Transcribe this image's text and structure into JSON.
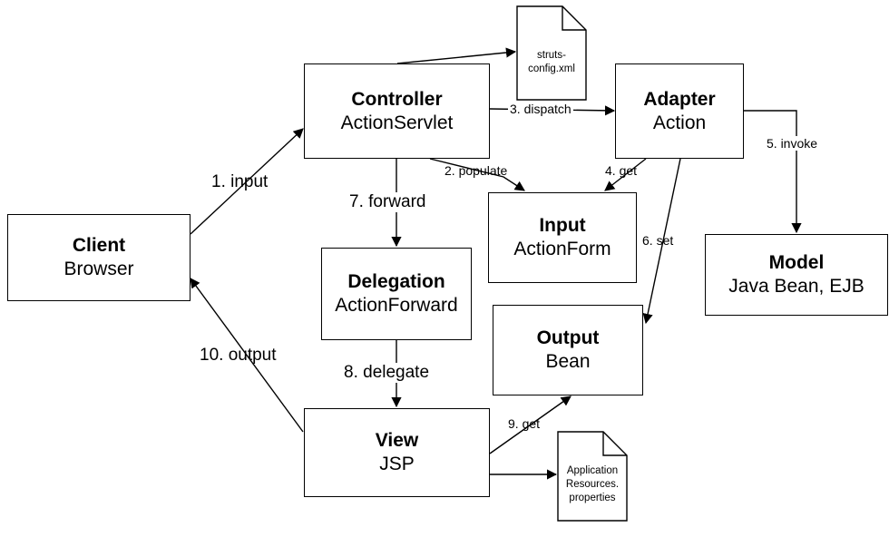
{
  "nodes": {
    "client": {
      "title": "Client",
      "subtitle": "Browser"
    },
    "controller": {
      "title": "Controller",
      "subtitle": "ActionServlet"
    },
    "adapter": {
      "title": "Adapter",
      "subtitle": "Action"
    },
    "input": {
      "title": "Input",
      "subtitle": "ActionForm"
    },
    "model": {
      "title": "Model",
      "subtitle": "Java Bean, EJB"
    },
    "delegation": {
      "title": "Delegation",
      "subtitle": "ActionForward"
    },
    "output": {
      "title": "Output",
      "subtitle": "Bean"
    },
    "view": {
      "title": "View",
      "subtitle": "JSP"
    }
  },
  "documents": {
    "struts_config": {
      "line1": "struts-",
      "line2": "config.xml"
    },
    "app_resources": {
      "line1": "Application",
      "line2": "Resources.",
      "line3": "properties"
    }
  },
  "edges": {
    "input": "1. input",
    "populate": "2. populate",
    "dispatch": "3. dispatch",
    "get4": "4. get",
    "invoke": "5. invoke",
    "set": "6. set",
    "forward": "7. forward",
    "delegate": "8. delegate",
    "get9": "9. get",
    "output": "10. output"
  }
}
